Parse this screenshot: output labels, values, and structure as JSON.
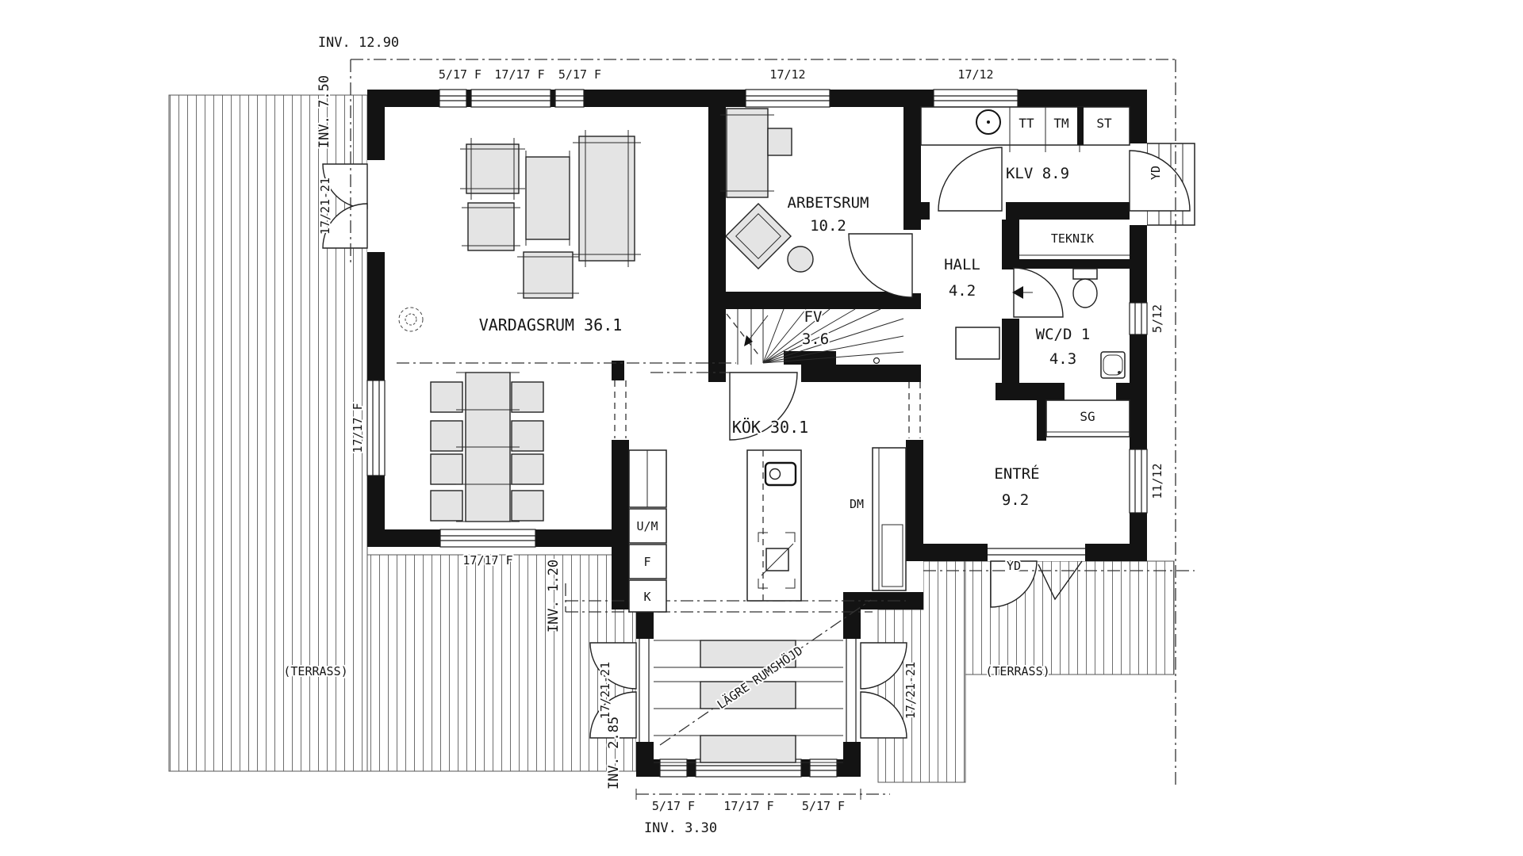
{
  "colors": {
    "paper": "#ffffff",
    "wall": "#131313",
    "furniture_fill": "#e4e4e4",
    "hatch_line": "#6e6e6e",
    "line": "#1d1d1d"
  },
  "boundary_dims": {
    "top": "INV. 12.90",
    "left": "INV. 7.50",
    "kitchen": "INV. 1.20",
    "bay_side": "INV. 2.85",
    "bay_bottom": "INV. 3.30"
  },
  "windows": {
    "top": [
      "5/17 F",
      "17/17 F",
      "5/17 F"
    ],
    "top_right": [
      "17/12",
      "17/12"
    ],
    "left_wall": "17/17 F",
    "bottom_left_wall": "17/17 F",
    "right_wc": "5/12",
    "right_entre": "11/12",
    "bay": [
      "5/17 F",
      "17/17 F",
      "5/17 F"
    ]
  },
  "doors": {
    "left_terrace": "17/21-21",
    "bay_left": "17/21-21",
    "bay_right": "17/21-21",
    "klv_exterior": "YD",
    "entre_exterior": "YD"
  },
  "rooms": {
    "vardagsrum": "VARDAGSRUM 36.1",
    "arbetsrum_name": "ARBETSRUM",
    "arbetsrum_area": "10.2",
    "klv": "KLV 8.9",
    "teknik": "TEKNIK",
    "hall_name": "HALL",
    "hall_area": "4.2",
    "wc_name": "WC/D 1",
    "wc_area": "4.3",
    "stair_name": "FV",
    "stair_area": "3.6",
    "kok": "KÖK 30.1",
    "entre_name": "ENTRÉ",
    "entre_area": "9.2",
    "sg": "SG"
  },
  "fixtures": {
    "um": "U/M",
    "f": "F",
    "k": "K",
    "dm": "DM",
    "tt": "TT",
    "tm": "TM",
    "st": "ST"
  },
  "annotations": {
    "terrass_left": "(TERRASS)",
    "terrass_right": "(TERRASS)",
    "lower_ceiling": "LÄGRE RUMSHÖJD"
  }
}
